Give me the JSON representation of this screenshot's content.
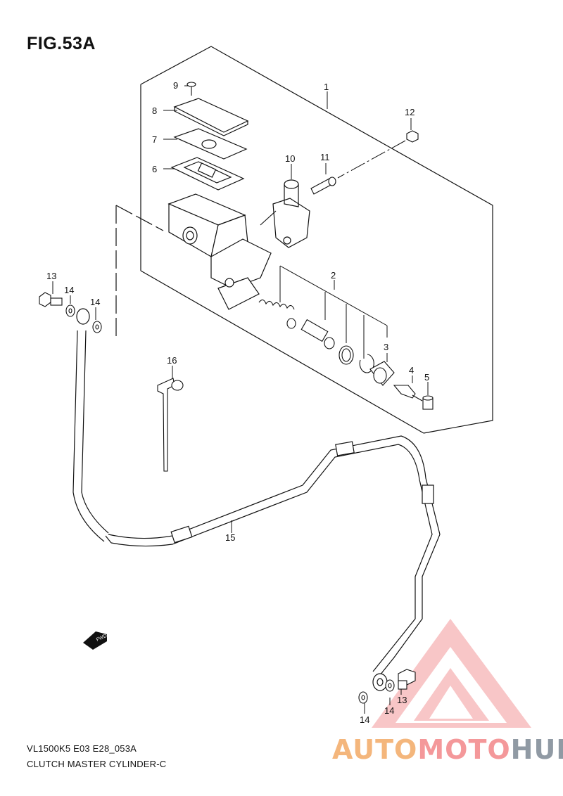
{
  "figure": {
    "title": "FIG.53A",
    "caption_model": "VL1500K5 E03 E28_053A",
    "caption_name": "CLUTCH MASTER CYLINDER-C"
  },
  "callouts": [
    {
      "id": "c1",
      "label": "1"
    },
    {
      "id": "c2",
      "label": "2"
    },
    {
      "id": "c3",
      "label": "3"
    },
    {
      "id": "c4",
      "label": "4"
    },
    {
      "id": "c5",
      "label": "5"
    },
    {
      "id": "c6",
      "label": "6"
    },
    {
      "id": "c7",
      "label": "7"
    },
    {
      "id": "c8",
      "label": "8"
    },
    {
      "id": "c9",
      "label": "9"
    },
    {
      "id": "c10",
      "label": "10"
    },
    {
      "id": "c11",
      "label": "11"
    },
    {
      "id": "c12",
      "label": "12"
    },
    {
      "id": "c13a",
      "label": "13"
    },
    {
      "id": "c14a",
      "label": "14"
    },
    {
      "id": "c14b",
      "label": "14"
    },
    {
      "id": "c15",
      "label": "15"
    },
    {
      "id": "c16",
      "label": "16"
    },
    {
      "id": "c13b",
      "label": "13"
    },
    {
      "id": "c14c",
      "label": "14"
    },
    {
      "id": "c14d",
      "label": "14"
    }
  ],
  "fwd_label": "FWD",
  "watermark": {
    "part1": "AUTO",
    "part2": "MOTO",
    "part3": "HUB",
    "colors": {
      "part1": "#f4b67c",
      "part2": "#f4989a",
      "part3": "#909aa4",
      "triangle": "#f4989a"
    }
  }
}
